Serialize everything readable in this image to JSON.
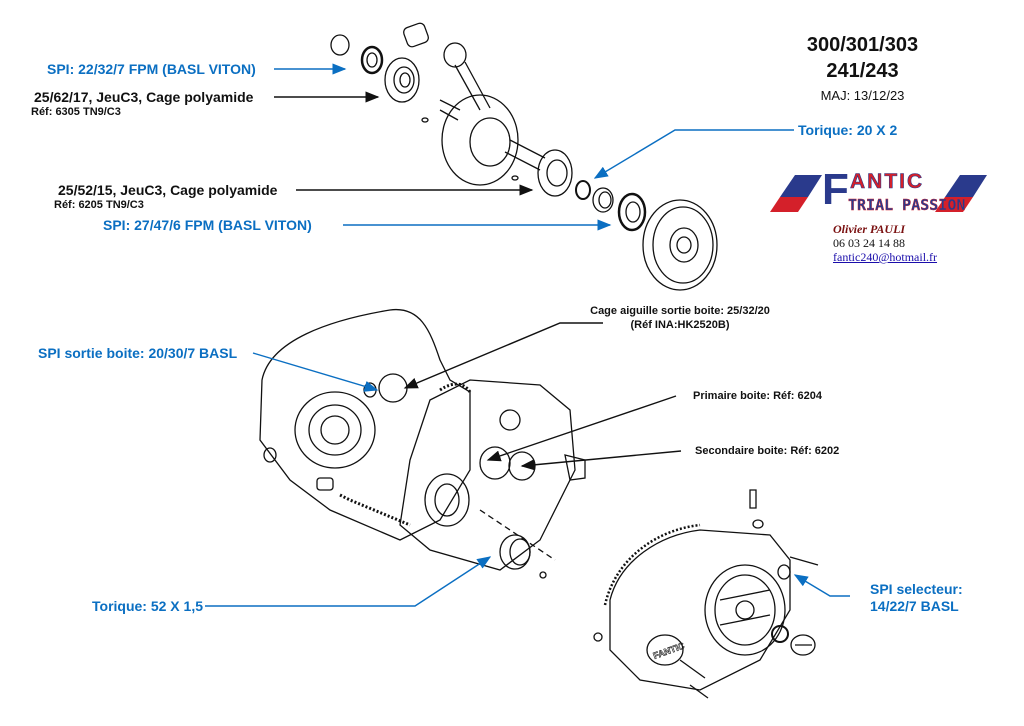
{
  "header": {
    "models_line1": "300/301/303",
    "models_line2": "241/243",
    "update": "MAJ: 13/12/23"
  },
  "logo": {
    "brand_initial": "F",
    "brand_rest": "ANTIC",
    "tagline": "TRIAL PASSION",
    "colors": {
      "blue": "#2a3a8c",
      "red": "#d4202a"
    }
  },
  "contact": {
    "name": "Olivier PAULI",
    "phone": "06 03 24 14 88",
    "email": "fantic240@hotmail.fr"
  },
  "labels": {
    "spi_crank_left": "SPI: 22/32/7 FPM (BASL VITON)",
    "bearing_left": "25/62/17, JeuC3, Cage polyamide",
    "bearing_left_ref": "Réf: 6305 TN9/C3",
    "oring_crank": "Torique: 20 X 2",
    "bearing_right": "25/52/15, JeuC3, Cage polyamide",
    "bearing_right_ref": "Réf: 6205 TN9/C3",
    "spi_crank_right": "SPI: 27/47/6 FPM (BASL VITON)",
    "needle_cage_line1": "Cage aiguille sortie boite: 25/32/20",
    "needle_cage_line2": "(Réf INA:HK2520B)",
    "spi_output": "SPI sortie boite: 20/30/7 BASL",
    "primary": "Primaire boite: Réf: 6204",
    "secondary": "Secondaire boite: Réf: 6202",
    "oring_housing": "Torique: 52 X 1,5",
    "spi_selector_line1": "SPI selecteur:",
    "spi_selector_line2": "14/22/7 BASL"
  },
  "colors": {
    "label_blue": "#0b6fc2",
    "label_black": "#111111"
  }
}
